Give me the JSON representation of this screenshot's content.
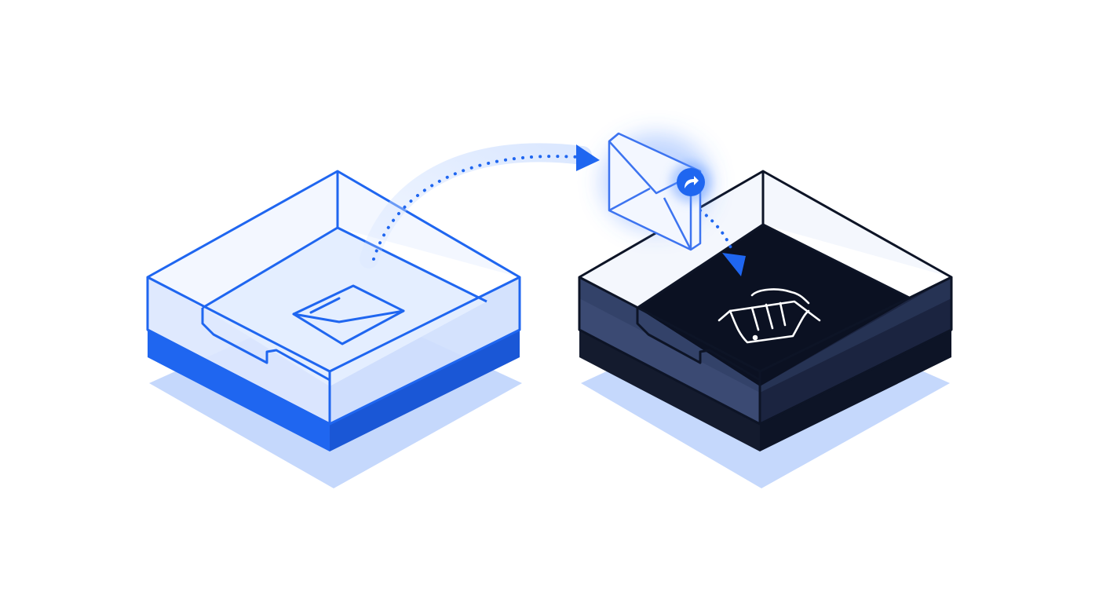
{
  "scene": {
    "background": "#ffffff",
    "colors": {
      "accent_blue": "#1f66f0",
      "light_blue": "#d6e4fd",
      "shadow_blue": "#bcd2fb",
      "navy": "#0d1426",
      "navy_mid": "#2a3860",
      "glass": "#eef4ff"
    },
    "source_tray": {
      "name": "inbox-tray",
      "icon": "envelope-icon"
    },
    "destination_tray": {
      "name": "trash-tray",
      "icon": "trash-icon"
    },
    "moving_item": {
      "icon": "envelope-icon",
      "badge_icon": "forward-arrow-icon"
    },
    "connector": {
      "style": "dotted",
      "arrow_icon": "arrowhead-icon"
    }
  }
}
